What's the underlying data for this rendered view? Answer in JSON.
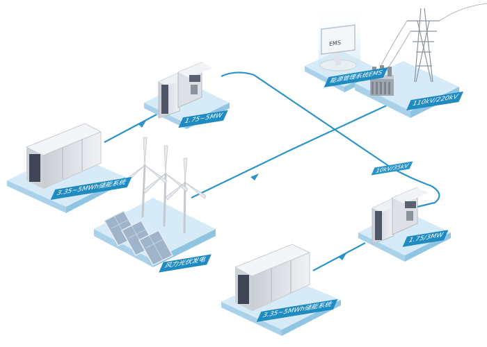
{
  "labels": {
    "ems_screen": "EMS",
    "ems_system": "能源管理系统EMS",
    "grid_voltage": "110kV/220kV",
    "pcs_top": "1.75~5MW",
    "storage_left": "3.35~5MWh储能系统",
    "line_transformer": "10kV/35kV",
    "pcs_right": "1.75/3MW",
    "renewable": "风力光伏发电",
    "storage_bottom": "3.35~5MWh储能系统"
  },
  "colors": {
    "platform_top": "#d6ebf7",
    "platform_side": "#a9d2ea",
    "accent": "#1f8bc0",
    "flow_line": "#2a93c8",
    "cabinet": "#e4e7ec",
    "cabinet_dark": "#4d5566"
  }
}
